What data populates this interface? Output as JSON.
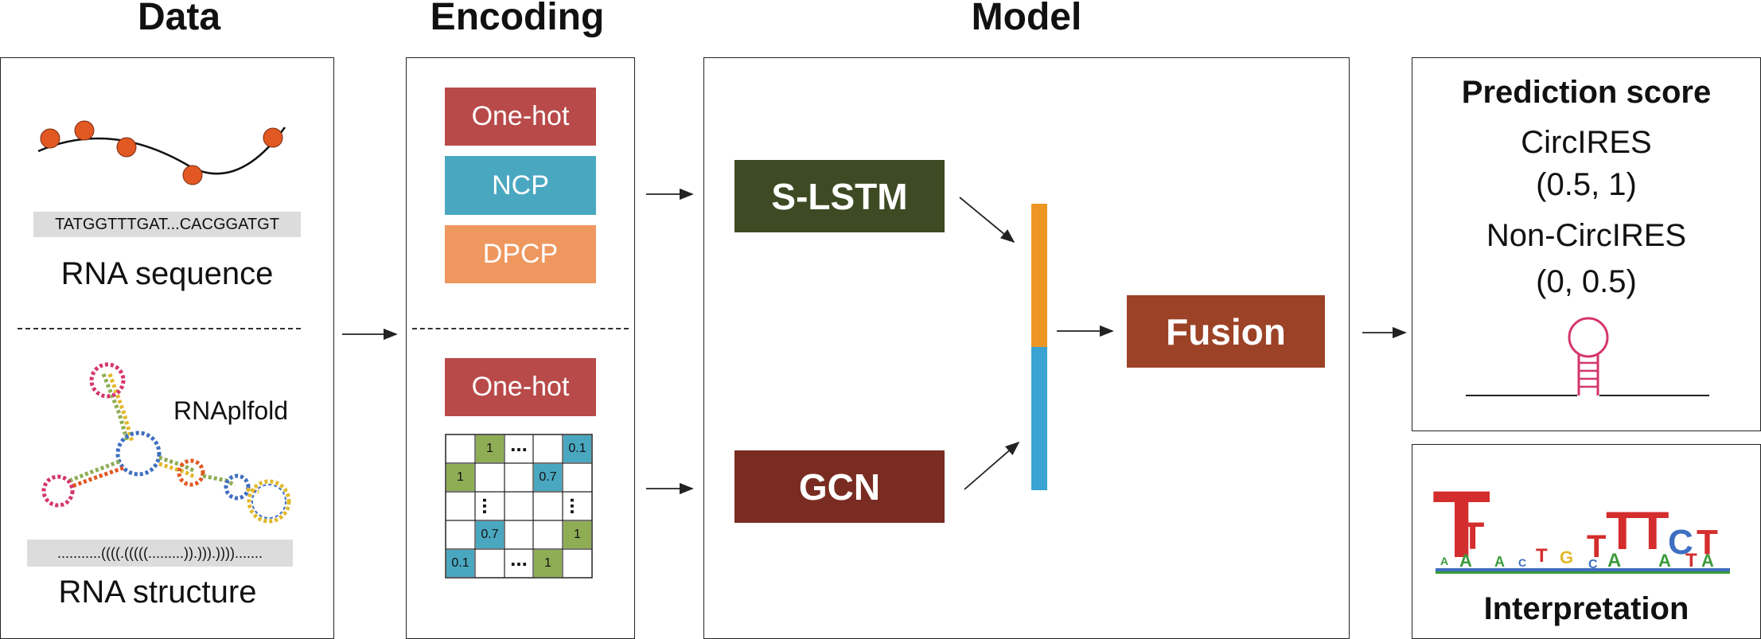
{
  "headers": {
    "data": "Data",
    "encoding": "Encoding",
    "model": "Model"
  },
  "data_panel": {
    "sequence_text": "TATGGTTTGAT...CACGGATGT",
    "sequence_label": "RNA sequence",
    "plfold_label": "RNAplfold",
    "structure_text": "...........((((.(((((.........)).))).)))).......",
    "structure_label": "RNA structure"
  },
  "encoding_panel": {
    "onehot_top": "One-hot",
    "ncp": "NCP",
    "dpcp": "DPCP",
    "onehot_bottom": "One-hot",
    "matrix_values": [
      "1",
      "0.1",
      "1",
      "0.7",
      "0.7",
      "1",
      "0.1",
      "1"
    ],
    "matrix_ellipsis": "..."
  },
  "model_panel": {
    "slstm": "S-LSTM",
    "gcn": "GCN",
    "fusion": "Fusion"
  },
  "prediction_panel": {
    "title": "Prediction score",
    "positive_label": "CircIRES",
    "positive_range": "(0.5, 1)",
    "negative_label": "Non-CircIRES",
    "negative_range": "(0, 0.5)"
  },
  "interpretation_panel": {
    "label": "Interpretation"
  },
  "colors": {
    "onehot": "#b94a4a",
    "ncp": "#4aa7c0",
    "dpcp": "#ee9860",
    "slstm": "#3e4a23",
    "gcn": "#7a2c22",
    "fusion": "#9c4227",
    "fusion_bar_top": "#ee9624",
    "fusion_bar_bottom": "#3aa3d4",
    "matrix_green": "#8fad55",
    "matrix_blue": "#4aa7c0",
    "sequence_node": "#e25822",
    "hairpin": "#d4376a"
  }
}
